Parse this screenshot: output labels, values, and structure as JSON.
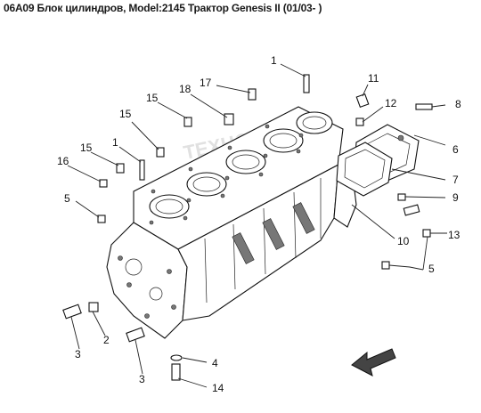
{
  "header": {
    "title": "06A09 Блок цилиндров, Model:2145 Трактор Genesis II (01/03- )"
  },
  "diagram": {
    "watermark": "ТЕХНОМИР",
    "callouts": [
      {
        "label": "1"
      },
      {
        "label": "11"
      },
      {
        "label": "17"
      },
      {
        "label": "18"
      },
      {
        "label": "15"
      },
      {
        "label": "12"
      },
      {
        "label": "8"
      },
      {
        "label": "15"
      },
      {
        "label": "1"
      },
      {
        "label": "15"
      },
      {
        "label": "16"
      },
      {
        "label": "6"
      },
      {
        "label": "7"
      },
      {
        "label": "9"
      },
      {
        "label": "5"
      },
      {
        "label": "13"
      },
      {
        "label": "10"
      },
      {
        "label": "5"
      },
      {
        "label": "2"
      },
      {
        "label": "3"
      },
      {
        "label": "3"
      },
      {
        "label": "4"
      },
      {
        "label": "14"
      }
    ]
  }
}
